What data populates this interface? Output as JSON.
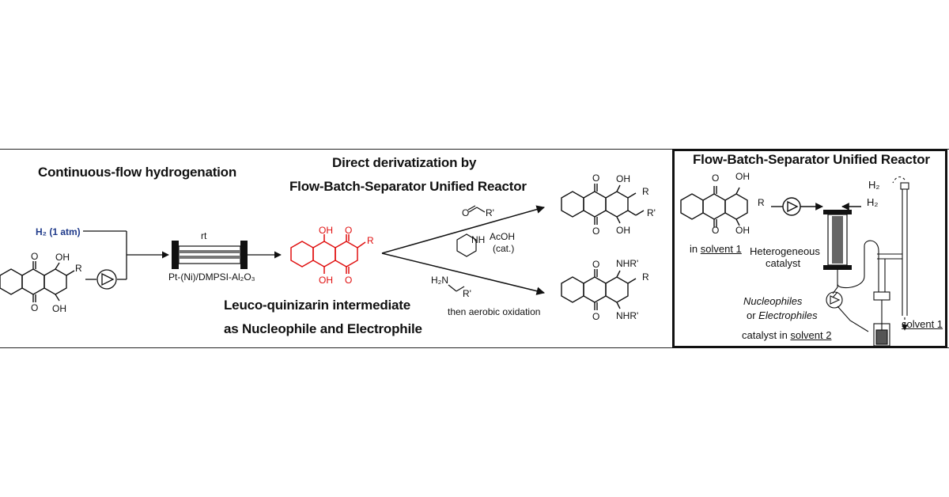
{
  "left_panel": {
    "flow_title": "Continuous-flow hydrogenation",
    "h2_label": "H₂ (1 atm)",
    "reactor_temp": "rt",
    "catalyst_label": "Pt-(Ni)/DMPSI-Al₂O₃"
  },
  "center_panel": {
    "title_line1": "Direct derivatization by",
    "title_line2": "Flow-Batch-Separator Unified Reactor",
    "intermediate_line1": "Leuco-quinizarin intermediate",
    "intermediate_line2": "as Nucleophile and Electrophile",
    "upper_reagent_R": "R'",
    "upper_reagent_NH": "NH",
    "upper_reagent_acoh": "AcOH",
    "upper_reagent_cat": "(cat.)",
    "lower_reagent_H2N": "H₂N",
    "lower_reagent_R": "R'",
    "lower_condition": "then aerobic oxidation"
  },
  "molecule_labels": {
    "O": "O",
    "OH": "OH",
    "R": "R",
    "R_prime": "R'",
    "NHR": "NHR'"
  },
  "right_panel": {
    "title": "Flow-Batch-Separator Unified Reactor",
    "in_solvent_prefix": "in ",
    "solvent1": "solvent 1",
    "hetero_line1": "Heterogeneous",
    "hetero_line2": "catalyst",
    "h2_in": "H₂",
    "h2_out": "H₂",
    "nucleophiles": "Nucleophiles",
    "or_word": "or ",
    "electrophiles": "Electrophiles",
    "catalyst_in": "catalyst in ",
    "solvent2": "solvent 2",
    "solvent1_out": "solvent 1"
  },
  "colors": {
    "frame": "#222222",
    "h2_label": "#1f3a8a",
    "intermediate": "#e01010",
    "line": "#111111"
  }
}
